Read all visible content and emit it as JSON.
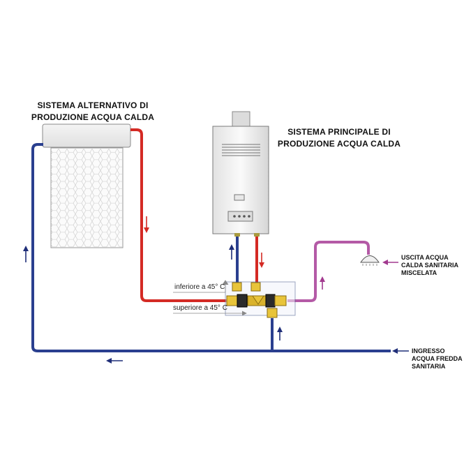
{
  "labels": {
    "alt_system_line1": "SISTEMA ALTERNATIVO DI",
    "alt_system_line2": "PRODUZIONE ACQUA CALDA",
    "main_system_line1": "SISTEMA PRINCIPALE DI",
    "main_system_line2": "PRODUZIONE ACQUA CALDA",
    "outlet_line1": "USCITA ACQUA",
    "outlet_line2": "CALDA SANITARIA",
    "outlet_line3": "MISCELATA",
    "inlet_line1": "INGRESSO",
    "inlet_line2": "ACQUA FREDDA",
    "inlet_line3": "SANITARIA",
    "threshold_lower": "inferiore a 45° C",
    "threshold_upper": "superiore a 45° C"
  },
  "colors": {
    "hot_pipe": "#d42a24",
    "cold_pipe": "#2a3f8f",
    "mixed_pipe": "#b45aa6",
    "valve_yellow": "#e8c43a",
    "arrow_hot": "#d42a24",
    "arrow_cold": "#1f2e78",
    "arrow_mixed": "#a23a8f"
  },
  "icons": [
    "solar-panel-icon",
    "boiler-icon",
    "shower-head-icon",
    "valve-icon",
    "flow-arrow-icon"
  ]
}
